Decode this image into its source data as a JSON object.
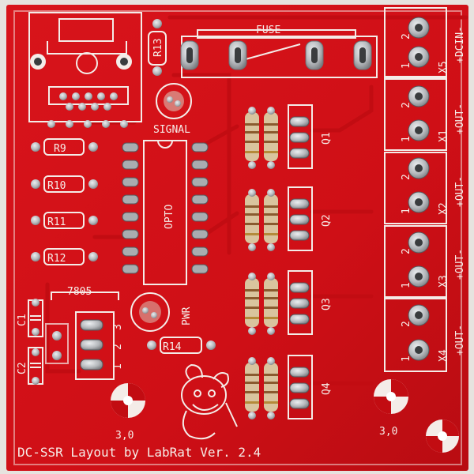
{
  "board": {
    "title": "DC-SSR Layout by LabRat Ver. 2.4",
    "colors": {
      "pcb": "#d10f16",
      "pcb_dark": "#b20a10",
      "silkscreen": "#f4ece8",
      "pad": "#b9bcc0",
      "background": "#e6e3df"
    }
  },
  "labels": {
    "fuse": "FUSE",
    "signal": "SIGNAL",
    "opto": "OPTO",
    "pwr": "PWR",
    "vreg": "7805",
    "r13": "R13",
    "r14": "R14",
    "r9": "R9",
    "r10": "R10",
    "r11": "R11",
    "r12": "R12",
    "c1": "C1",
    "c2": "C2",
    "q1": "Q1",
    "q2": "Q2",
    "q3": "Q3",
    "q4": "Q4",
    "hole_left": "3,0",
    "hole_right": "3,0",
    "vreg_pins": [
      "1",
      "2",
      "3"
    ]
  },
  "connectors": [
    {
      "ref": "X5",
      "label": "+DCIN-",
      "pins": [
        "2",
        "1"
      ]
    },
    {
      "ref": "X1",
      "label": "+OUT-",
      "pins": [
        "2",
        "1"
      ]
    },
    {
      "ref": "X2",
      "label": "+OUT-",
      "pins": [
        "2",
        "1"
      ]
    },
    {
      "ref": "X3",
      "label": "+OUT-",
      "pins": [
        "2",
        "1"
      ]
    },
    {
      "ref": "X4",
      "label": "+OUT-",
      "pins": [
        "2",
        "1"
      ]
    }
  ]
}
